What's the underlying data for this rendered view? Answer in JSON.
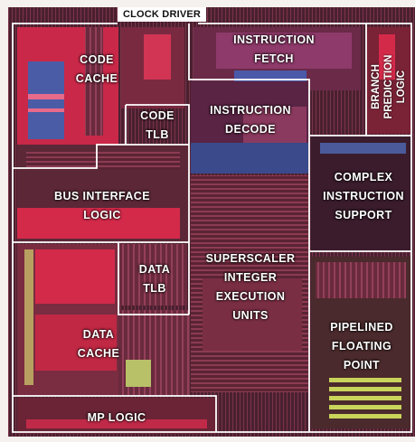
{
  "labels": {
    "clock_driver": "CLOCK DRIVER",
    "code_cache": "CODE\nCACHE",
    "instruction_fetch": "INSTRUCTION\nFETCH",
    "branch_prediction": "BRANCH\nPREDICTION\nLOGIC",
    "code_tlb": "CODE\nTLB",
    "instruction_decode": "INSTRUCTION\nDECODE",
    "bus_interface": "BUS INTERFACE\nLOGIC",
    "complex_instruction": "COMPLEX\nINSTRUCTION\nSUPPORT",
    "data_tlb": "DATA\nTLB",
    "integer_units": "SUPERSCALER\nINTEGER\nEXECUTION\nUNITS",
    "data_cache": "DATA\nCACHE",
    "floating_point": "PIPELINED\nFLOATING\nPOINT",
    "mp_logic": "MP LOGIC"
  },
  "colors": {
    "die_background": "#2a1822",
    "block_outline": "#ffffff",
    "cache_red": "#d42a4a",
    "cache_blue": "#4a5aa8",
    "logic_maroon": "#6a2a3a",
    "fpu_yellow": "#c8d45a"
  }
}
